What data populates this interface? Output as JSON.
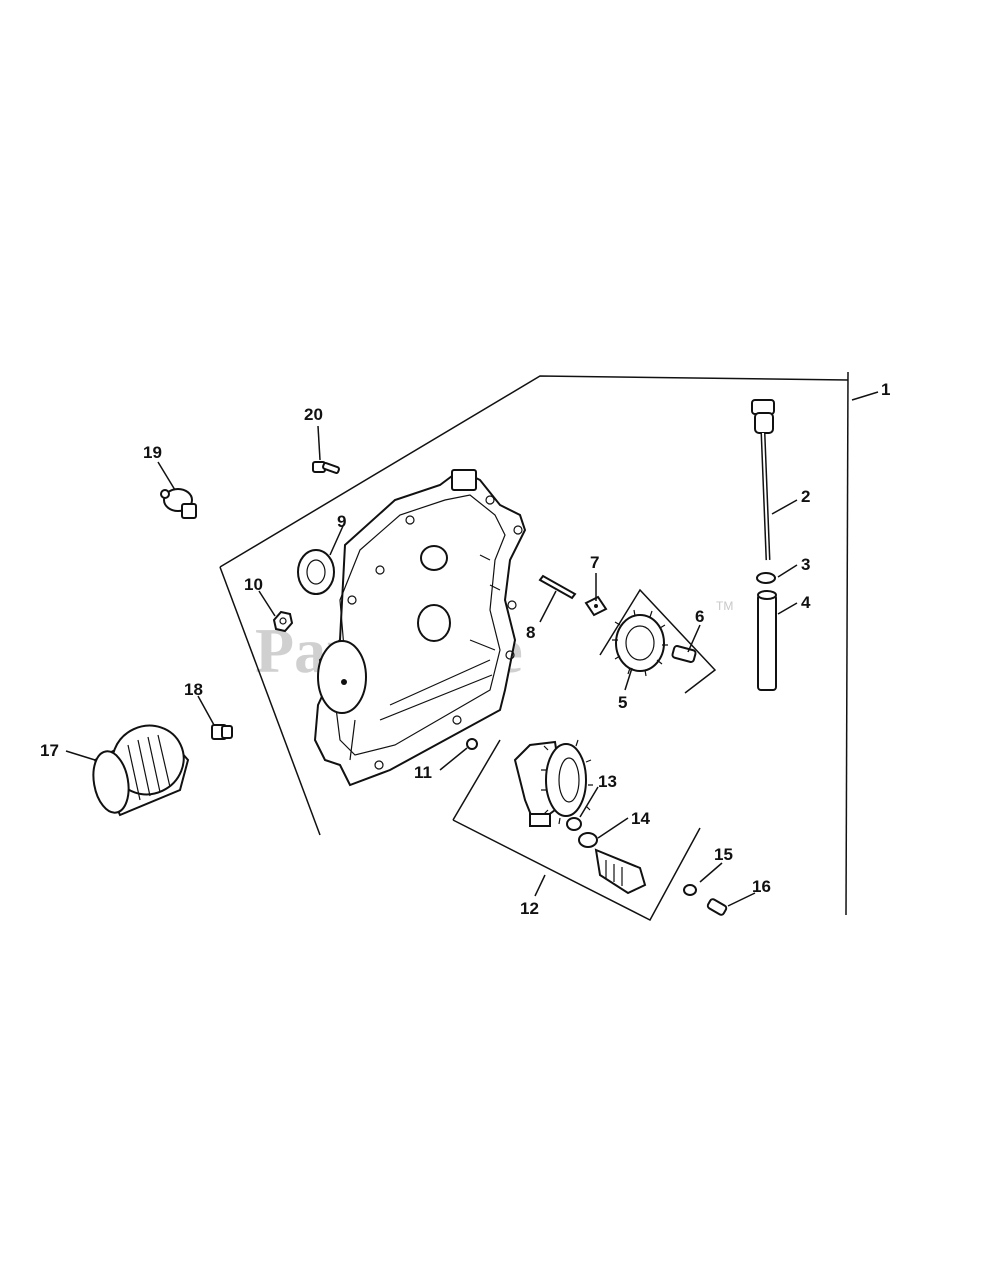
{
  "watermark": {
    "text": "PartsTree",
    "tm": "TM"
  },
  "callouts": [
    "1",
    "2",
    "3",
    "4",
    "5",
    "6",
    "7",
    "8",
    "9",
    "10",
    "11",
    "12",
    "13",
    "14",
    "15",
    "16",
    "17",
    "18",
    "19",
    "20"
  ]
}
